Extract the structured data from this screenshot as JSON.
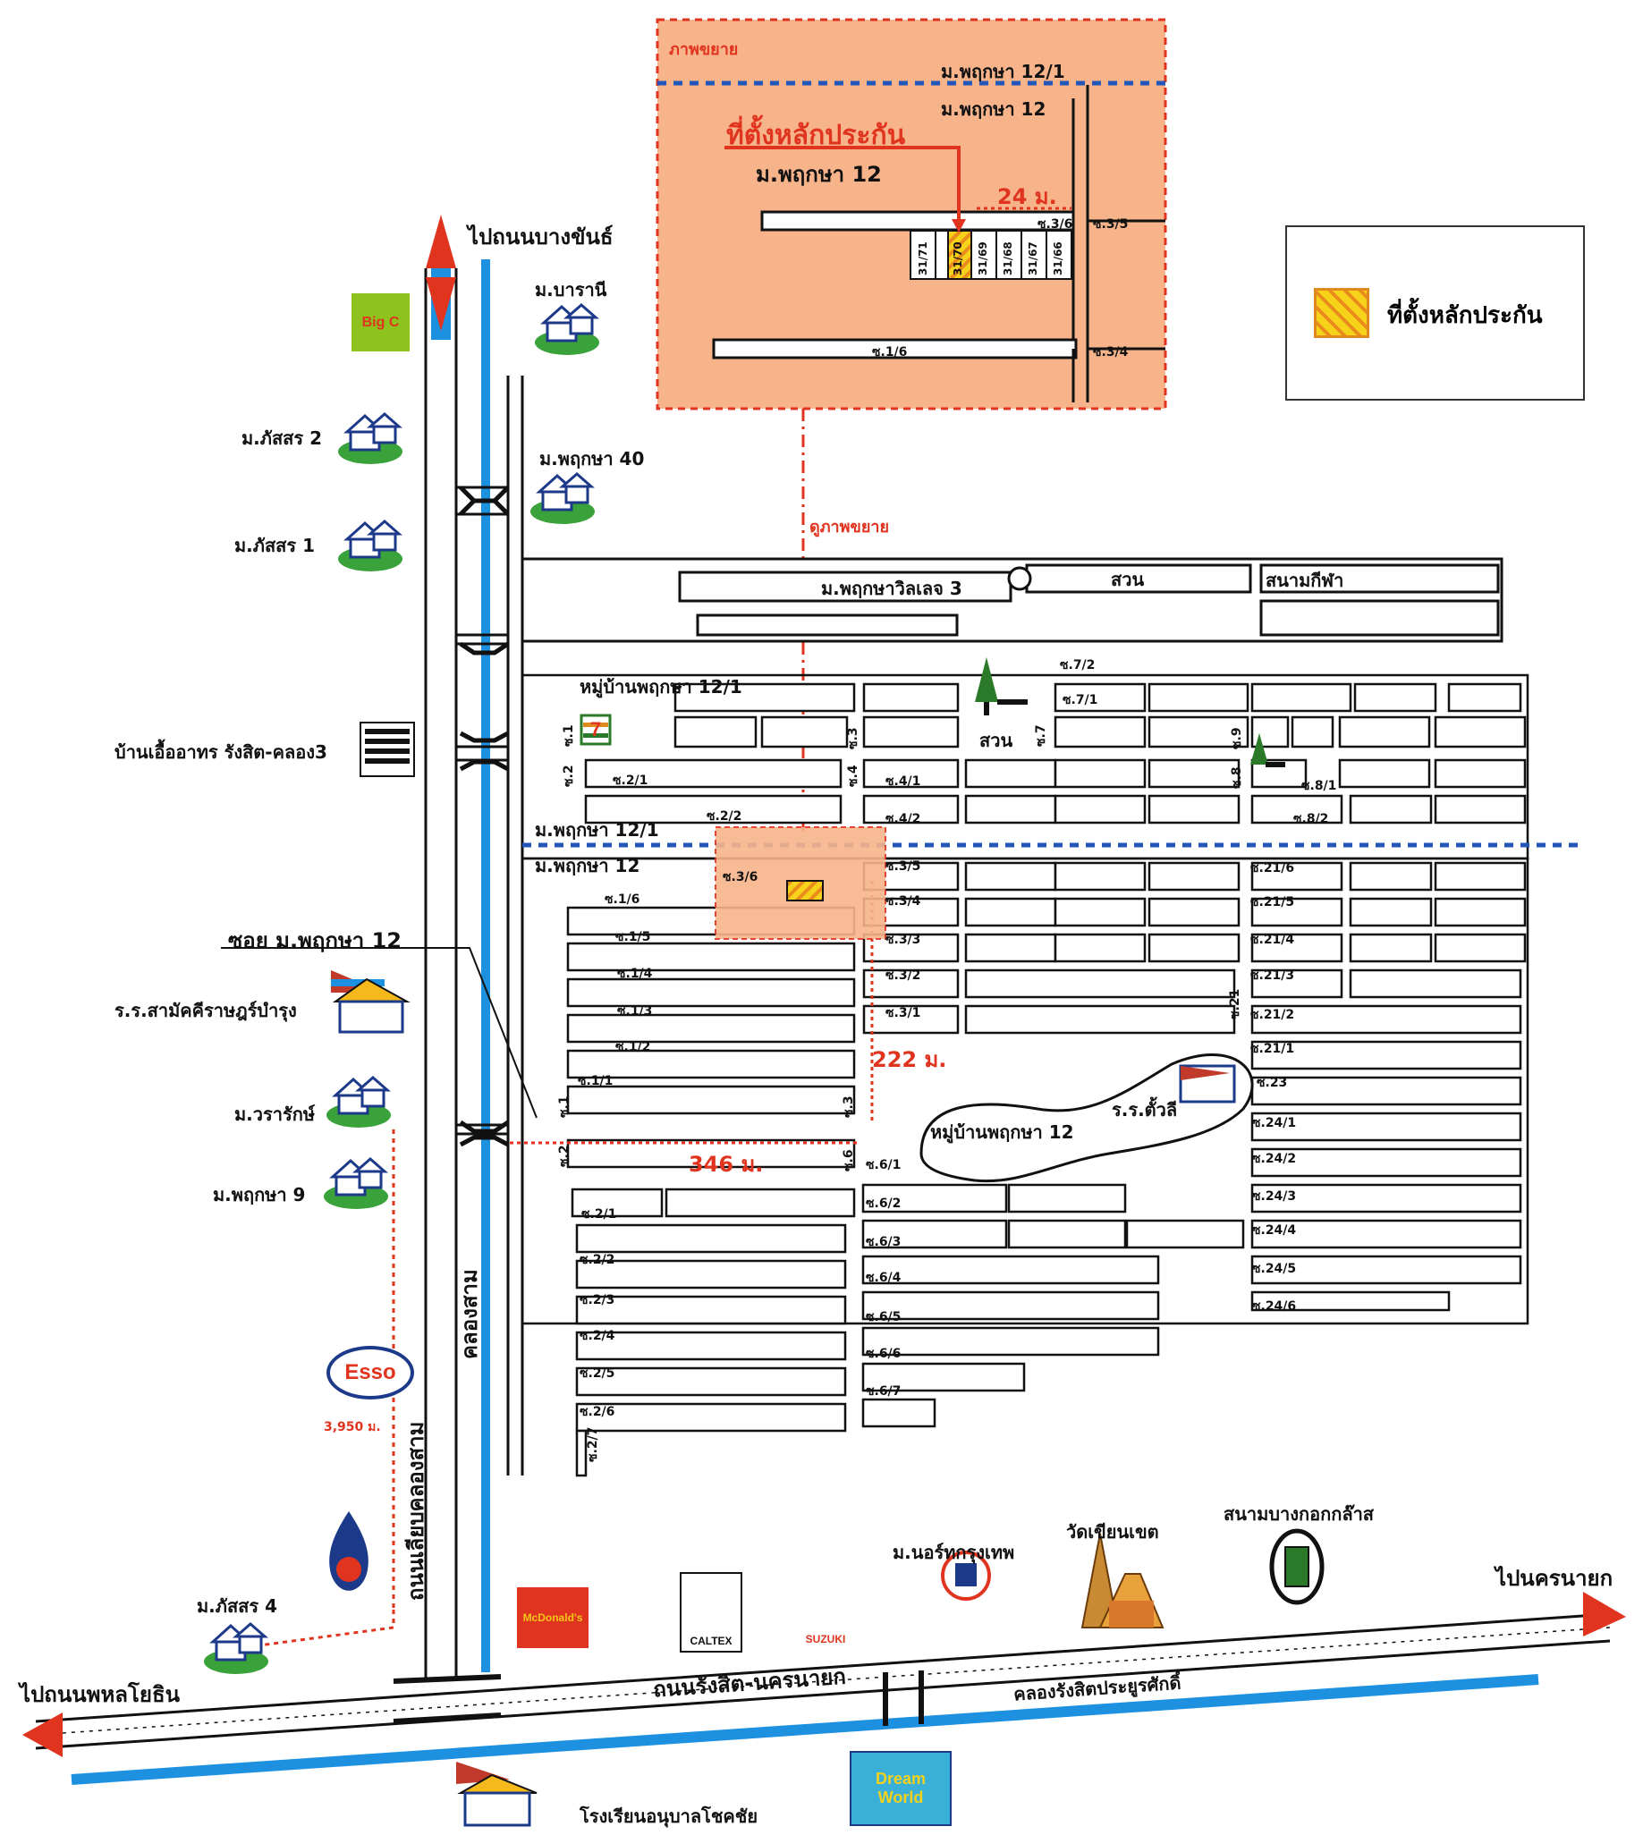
{
  "inset": {
    "title": "ภาพขยาย",
    "label_top": "ม.พฤกษา 12/1",
    "label_second": "ม.พฤกษา 12",
    "pointer": "ที่ตั้งหลักประกัน",
    "project": "ม.พฤกษา 12",
    "distance": "24 ม.",
    "soi_36": "ซ.3/6",
    "soi_35": "ซ.3/5",
    "soi_34": "ซ.3/4",
    "soi_16": "ซ.1/6",
    "plots": [
      "31/71",
      "31/70",
      "31/69",
      "31/68",
      "31/67",
      "31/66"
    ]
  },
  "legend": {
    "label": "ที่ตั้งหลักประกัน",
    "swatch_color": "#f6d21b"
  },
  "roads": {
    "to_bangkhan": "ไปถนนบางขันธ์",
    "to_phahonyothin": "ไปถนนพหลโยธิน",
    "to_nakhonnayok": "ไปนครนายก",
    "rangsit_nakhonnayok": "ถนนรังสิต-นครนายก",
    "khlong_rangsit": "คลองรังสิตประยูรศักดิ์",
    "khlong_sam": "คลองสาม",
    "bypass": "ถนนเลียบคลองสาม",
    "soi_pruksa12": "ซอย ม.พฤกษา 12",
    "view_zoom": "ดูภาพขยาย"
  },
  "places": {
    "barani": "ม.บารานี",
    "passorn2": "ม.ภัสสร 2",
    "passorn1": "ม.ภัสสร 1",
    "passorn4": "ม.ภัสสร 4",
    "pruksa40": "ม.พฤกษา 40",
    "pruksa_village3": "ม.พฤกษาวิลเลจ 3",
    "park": "สวน",
    "stadium_small": "สนามกีฬา",
    "village_12_1": "หมู่บ้านพฤกษา 12/1",
    "condo": "บ้านเอื้ออาทร รังสิต-คลอง3",
    "line_12_1": "ม.พฤกษา 12/1",
    "line_12": "ม.พฤกษา 12",
    "school_samakkhi": "ร.ร.สามัคคีราษฎร์บำรุง",
    "wararak": "ม.วรารักษ์",
    "pruksa9": "ม.พฤกษา 9",
    "village_12": "หมู่บ้านพฤกษา 12",
    "school_tualee": "ร.ร.ตั้วลี",
    "north_bkk": "ม.นอร์ทกรุงเทพ",
    "wat": "วัดเขียนเขต",
    "stadium_big": "สนามบางกอกกล๊าส",
    "kindergarten": "โรงเรียนอนุบาลโชคชัย",
    "park2": "สวน"
  },
  "distances": {
    "d346": "346 ม.",
    "d222": "222 ม.",
    "esso_km": "3,950 ม."
  },
  "brands": {
    "bigc": "Big C",
    "esso": "Esso",
    "mcd": "McDonald's",
    "caltex": "CALTEX",
    "suzuki": "SUZUKI",
    "dream": "Dream World",
    "seven": "7"
  },
  "sois_left": [
    "ซ.1",
    "ซ.2",
    "ซ.2/1",
    "ซ.2/2",
    "ซ.3/6",
    "ซ.1/6",
    "ซ.1/5",
    "ซ.1/4",
    "ซ.1/3",
    "ซ.1/2",
    "ซ.1/1",
    "ซ.1",
    "ซ.2",
    "ซ.2/1",
    "ซ.2/2",
    "ซ.2/3",
    "ซ.2/4",
    "ซ.2/5",
    "ซ.2/6",
    "ซ.2/7"
  ],
  "sois_mid": [
    "ซ.3",
    "ซ.4",
    "ซ.4/1",
    "ซ.4/2",
    "ซ.3/5",
    "ซ.3/4",
    "ซ.3/3",
    "ซ.3/2",
    "ซ.3/1",
    "ซ.3",
    "ซ.6",
    "ซ.6/1",
    "ซ.6/2",
    "ซ.6/3",
    "ซ.6/4",
    "ซ.6/5",
    "ซ.6/6",
    "ซ.6/7"
  ],
  "sois_right": [
    "ซ.7/2",
    "ซ.7/1",
    "ซ.7",
    "ซ.9",
    "ซ.8",
    "ซ.8/1",
    "ซ.8/2",
    "ซ.21/6",
    "ซ.21/5",
    "ซ.21/4",
    "ซ.21/3",
    "ซ.21",
    "ซ.21/2",
    "ซ.21/1",
    "ซ.23",
    "ซ.24/1",
    "ซ.24/2",
    "ซ.24/3",
    "ซ.24/4",
    "ซ.24/5",
    "ซ.24/6"
  ],
  "colors": {
    "highlight": "#f7b48b",
    "canal": "#1e90e0",
    "dash_blue": "#2356b8",
    "dash_red": "#e0341f",
    "road": "#111"
  }
}
